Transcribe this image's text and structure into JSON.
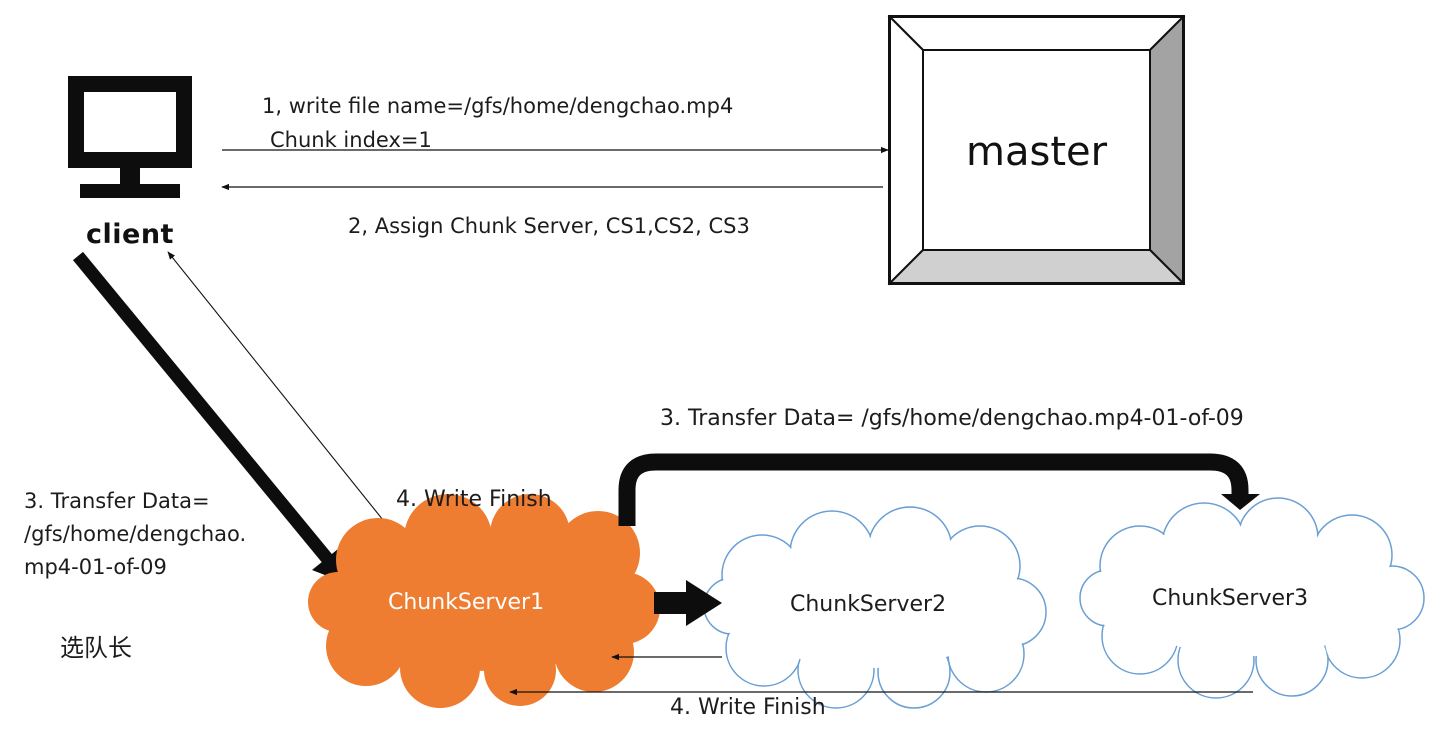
{
  "client": {
    "label": "client",
    "icon": "monitor-icon"
  },
  "master": {
    "label": "master"
  },
  "step1": {
    "line1": "1,  write file name=/gfs/home/dengchao.mp4",
    "line2": "Chunk index=1"
  },
  "step2": {
    "label": "2, Assign Chunk Server, CS1,CS2, CS3"
  },
  "step3_left": {
    "line1": "3. Transfer Data=",
    "line2": "/gfs/home/dengchao.",
    "line3": "mp4-01-of-09"
  },
  "step3_top": {
    "label": "3. Transfer Data= /gfs/home/dengchao.mp4-01-of-09"
  },
  "step4_top": {
    "label": "4. Write Finish"
  },
  "step4_bottom": {
    "label": "4. Write Finish"
  },
  "leader_note": {
    "label": "选队长"
  },
  "servers": {
    "cs1": {
      "label": "ChunkServer1",
      "fill": "#ee7d31"
    },
    "cs2": {
      "label": "ChunkServer2",
      "outline": "#6a9fd4"
    },
    "cs3": {
      "label": "ChunkServer3",
      "outline": "#6a9fd4"
    }
  }
}
